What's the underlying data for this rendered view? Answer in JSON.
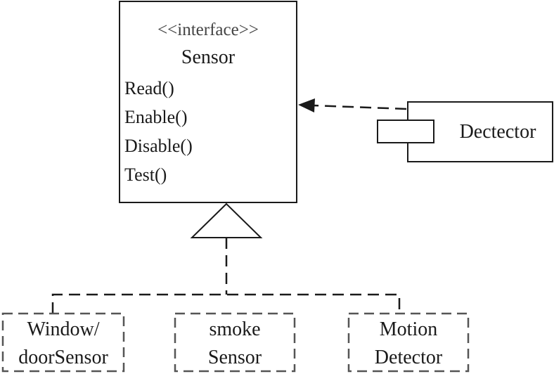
{
  "interface": {
    "stereotype": "<<interface>>",
    "name": "Sensor",
    "methods": [
      "Read()",
      "Enable()",
      "Disable()",
      "Test()"
    ]
  },
  "component": {
    "name": "Dectector"
  },
  "implementations": [
    {
      "line1": "Window/",
      "line2": "doorSensor"
    },
    {
      "line1": "smoke",
      "line2": "Sensor"
    },
    {
      "line1": "Motion",
      "line2": "Detector"
    }
  ],
  "colors": {
    "line": "#1a1a1a",
    "dashed_box": "#555555",
    "background": "#ffffff"
  }
}
